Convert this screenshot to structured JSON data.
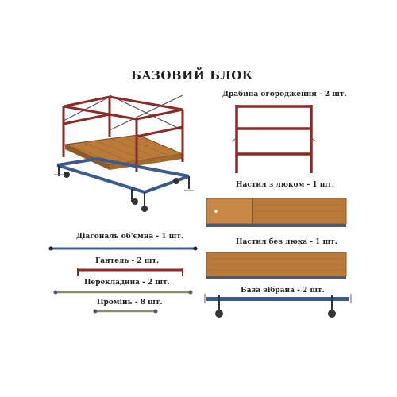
{
  "title": "БАЗОВИЙ БЛОК",
  "parts": {
    "guard_ladder": "Драбина огородження - 2 шт.",
    "deck_with_hatch": "Настил з люком - 1 шт.",
    "deck_no_hatch": "Настил без люка - 1 шт.",
    "base_assembled": "База зібрана - 2 шт.",
    "diagonal": "Діагональ об'ємна - 1 шт.",
    "dumbbell": "Гантель - 2 шт.",
    "crossbar": "Перекладина - 2 шт.",
    "beam": "Промінь - 8 шт."
  },
  "colors": {
    "frame_red": "#8b2a26",
    "base_blue": "#3c5a8c",
    "wood": "#b97a3a",
    "wood_dark": "#8e5a26",
    "rod_grey": "#8c8c6e"
  }
}
